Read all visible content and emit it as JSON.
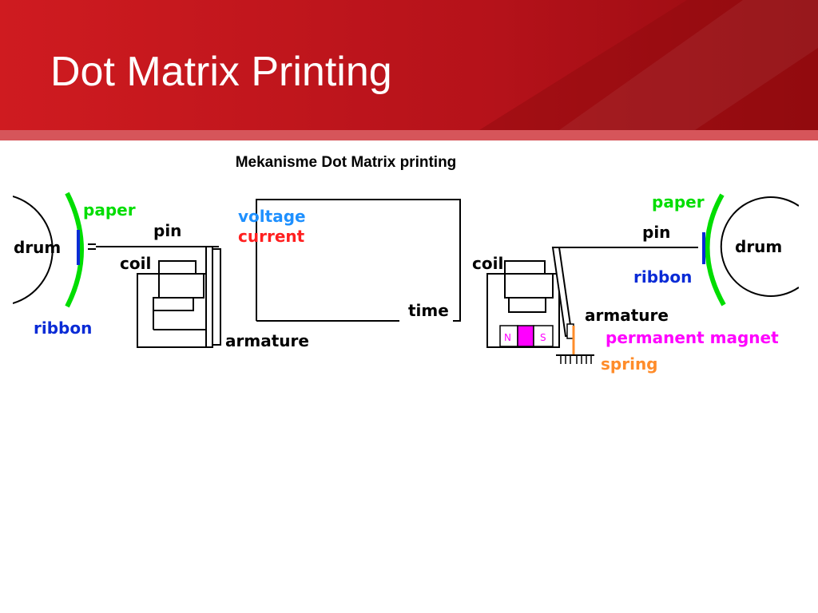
{
  "slide": {
    "title": "Dot Matrix Printing",
    "caption": "Mekanisme Dot Matrix printing"
  },
  "colors": {
    "banner_red": "#c8161d",
    "banner_dark_red": "#9e0b0f",
    "paper": "#00dd00",
    "ribbon": "#0a2bd6",
    "voltage": "#1e90ff",
    "current": "#ff1f1f",
    "permanent_magnet": "#ff00ff",
    "spring": "#ff8c2a"
  },
  "left_diagram": {
    "drum": "drum",
    "paper": "paper",
    "ribbon": "ribbon",
    "pin": "pin",
    "coil": "coil",
    "armature": "armature"
  },
  "graph": {
    "voltage": "voltage",
    "current": "current",
    "time": "time"
  },
  "right_diagram": {
    "drum": "drum",
    "paper": "paper",
    "ribbon": "ribbon",
    "pin": "pin",
    "coil": "coil",
    "armature": "armature",
    "permanent_magnet": "permanent magnet",
    "spring": "spring",
    "north_pole": "N",
    "south_pole": "S"
  }
}
